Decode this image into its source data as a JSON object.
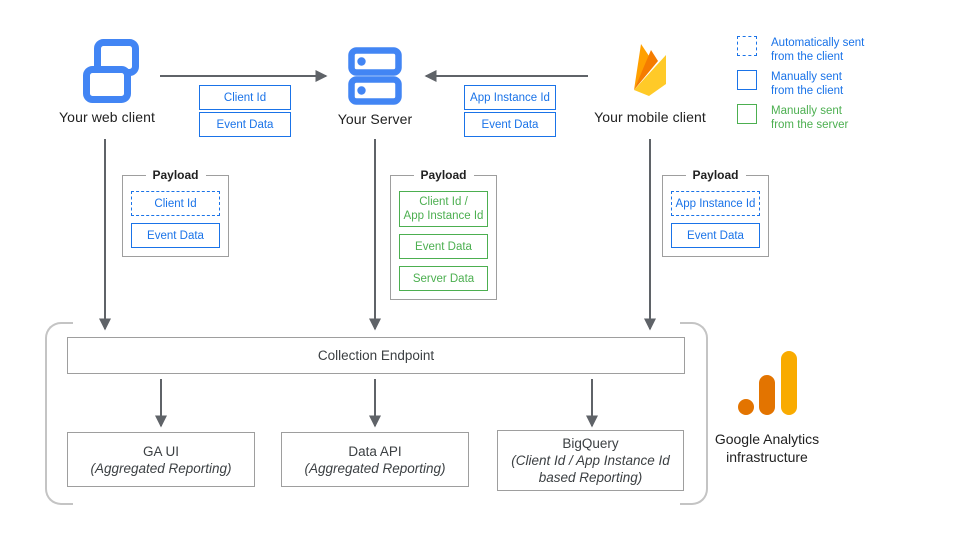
{
  "clients": {
    "web": {
      "label": "Your web client"
    },
    "server": {
      "label": "Your Server"
    },
    "mobile": {
      "label": "Your mobile client"
    }
  },
  "flow_labels": {
    "web_to_server": [
      "Client Id",
      "Event Data"
    ],
    "mobile_to_server": [
      "App Instance Id",
      "Event Data"
    ]
  },
  "payloads": {
    "title": "Payload",
    "web": [
      "Client Id",
      "Event Data"
    ],
    "server": [
      "Client Id /\nApp Instance Id",
      "Event Data",
      "Server Data"
    ],
    "mobile": [
      "App Instance Id",
      "Event Data"
    ]
  },
  "legend": [
    {
      "label": "Automatically sent\nfrom the client",
      "style": "dashed-blue"
    },
    {
      "label": "Manually sent\nfrom the client",
      "style": "solid-blue"
    },
    {
      "label": "Manually sent\nfrom the server",
      "style": "solid-green"
    }
  ],
  "infrastructure": {
    "collection_endpoint": "Collection Endpoint",
    "outputs": [
      {
        "title": "GA UI",
        "subtitle": "(Aggregated Reporting)"
      },
      {
        "title": "Data API",
        "subtitle": "(Aggregated Reporting)"
      },
      {
        "title": "BigQuery",
        "subtitle": "(Client Id / App Instance Id\nbased Reporting)"
      }
    ],
    "caption": "Google Analytics\ninfrastructure"
  },
  "colors": {
    "blue": "#1a73e8",
    "icon_blue": "#4285f4",
    "green": "#4caf50",
    "arrow_gray": "#5f6368",
    "firebase_yellow": "#ffca28",
    "firebase_orange": "#ffa000",
    "firebase_deep_orange": "#f57c00",
    "ga_orange": "#e37400",
    "ga_yellow": "#f9ab00"
  }
}
